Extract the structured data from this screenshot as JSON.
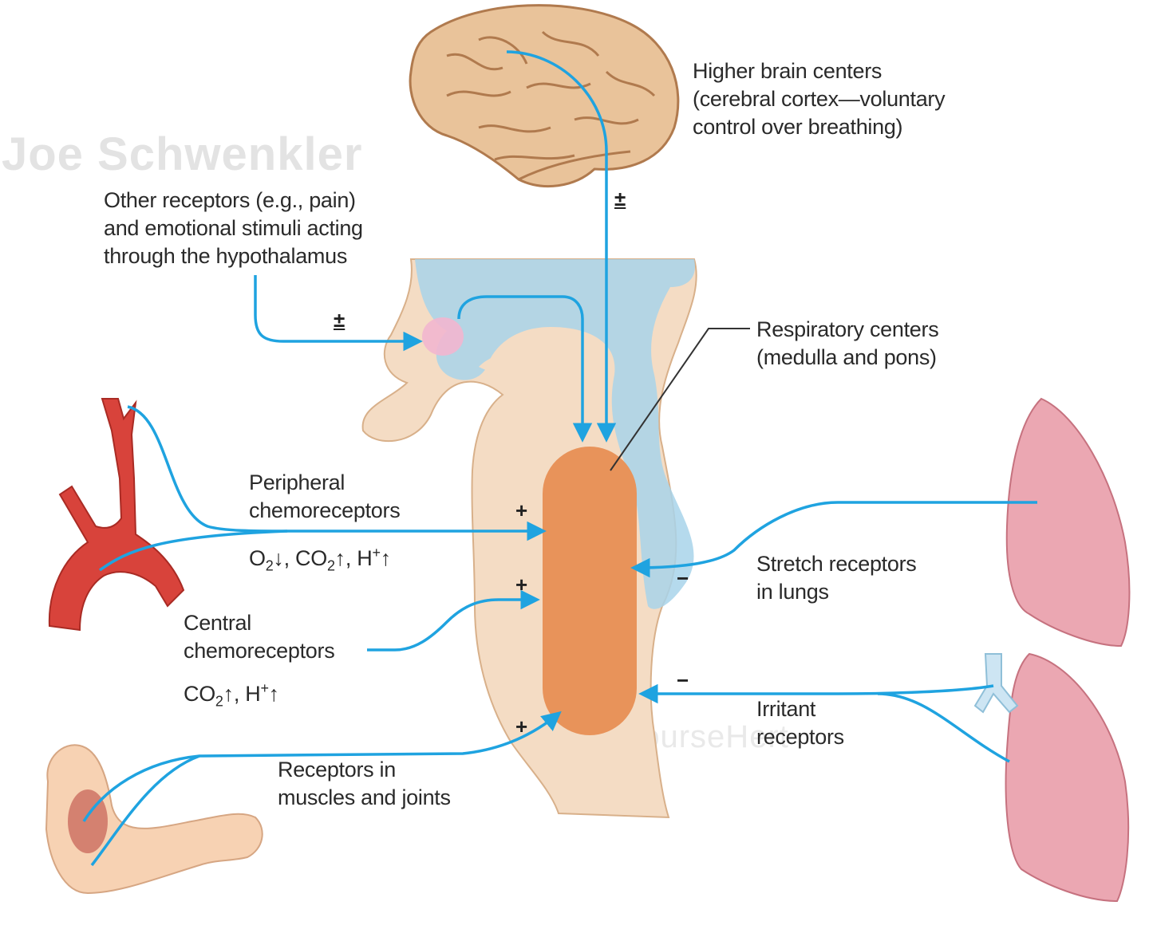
{
  "watermarks": {
    "author": "Joe Schwenkler",
    "site": "ncourseHert"
  },
  "labels": {
    "higher_brain": [
      "Higher brain centers",
      "(cerebral cortex—voluntary",
      "control over breathing)"
    ],
    "other_receptors": [
      "Other receptors (e.g., pain)",
      "and emotional stimuli acting",
      "through the hypothalamus"
    ],
    "respiratory_centers": [
      "Respiratory centers",
      "(medulla and pons)"
    ],
    "peripheral": [
      "Peripheral",
      "chemoreceptors"
    ],
    "peripheral_stimuli": {
      "o2": "O",
      "o2_sub": "2",
      "o2_arrow": "↓",
      "co2": ", CO",
      "co2_sub": "2",
      "co2_arrow": "↑",
      "h": ", H",
      "h_sup": "+",
      "h_arrow": "↑"
    },
    "central": [
      "Central",
      "chemoreceptors"
    ],
    "central_stimuli": {
      "co2": "CO",
      "co2_sub": "2",
      "co2_arrow": "↑",
      "h": ", H",
      "h_sup": "+",
      "h_arrow": "↑"
    },
    "stretch": [
      "Stretch receptors",
      "in lungs"
    ],
    "irritant": [
      "Irritant",
      "receptors"
    ],
    "muscles": [
      "Receptors in",
      "muscles and joints"
    ]
  },
  "signs": {
    "brain": "±",
    "hypothalamus": "±",
    "peripheral": "+",
    "central": "+",
    "muscles": "+",
    "stretch": "−",
    "irritant": "−"
  },
  "colors": {
    "nerve": "#1fa3e0",
    "brainstem_fill": "#f4dcc4",
    "ventricle": "#a8d4ea",
    "respiratory_center": "#e8935a",
    "brain": "#e9c39a",
    "artery": "#d8433b",
    "lung": "#eba7b2",
    "hypothalamus": "#f2b6cf",
    "skin": "#f7d2b3"
  }
}
